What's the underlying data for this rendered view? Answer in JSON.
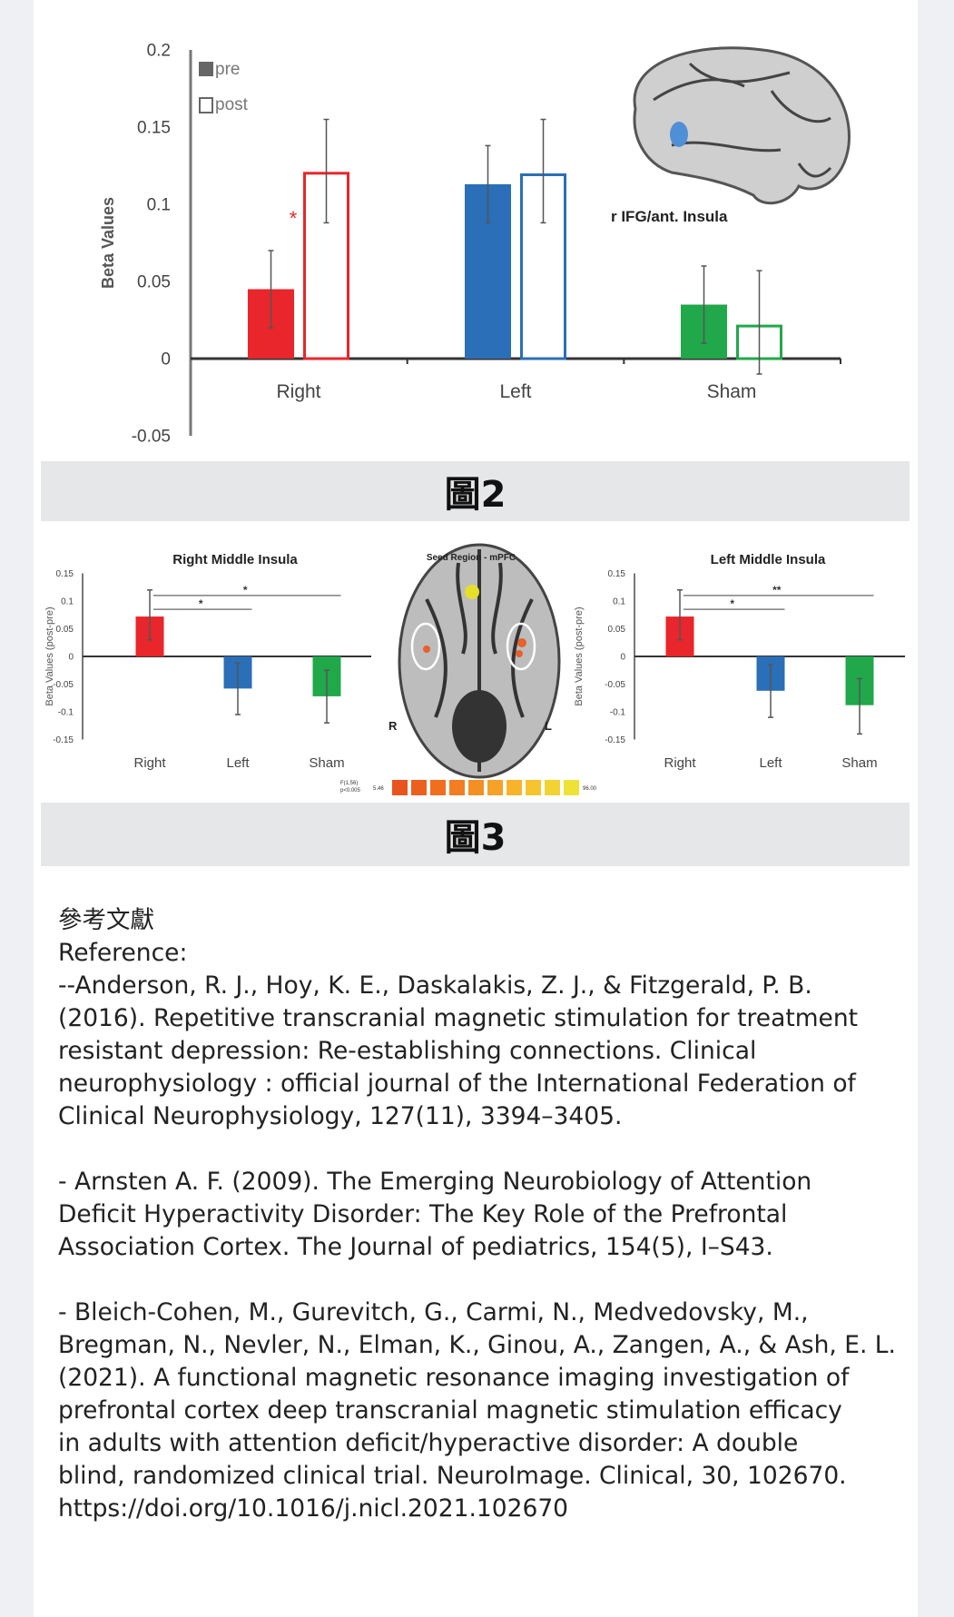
{
  "figure2": {
    "caption": "圖2",
    "brain_label": "r IFG/ant. Insula"
  },
  "figure3": {
    "caption": "圖3",
    "seed_title": "Seed Region - mPFC",
    "brain_left_marker": "R",
    "brain_right_marker": "L",
    "colorbar": {
      "stat_label": "F(1,56)",
      "p_label": "p<0.005",
      "min": "5.46",
      "max": "96.00",
      "colors": [
        "#e8541d",
        "#ec601f",
        "#ef6e20",
        "#f27d22",
        "#f48f24",
        "#f6a127",
        "#f7b42a",
        "#f5c42e",
        "#f2d332",
        "#eee236"
      ]
    }
  },
  "chart_data": [
    {
      "type": "bar",
      "title": "",
      "ylabel": "Beta Values",
      "xlabel": "",
      "ylim": [
        -0.05,
        0.2
      ],
      "yticks": [
        "0.2",
        "0.15",
        "0.1",
        "0.05",
        "0",
        "-0.05"
      ],
      "ytick_values": [
        0.2,
        0.15,
        0.1,
        0.05,
        0,
        -0.05
      ],
      "categories": [
        "Right",
        "Left",
        "Sham"
      ],
      "colors": [
        "#e8262b",
        "#2a6fb7",
        "#20a84a"
      ],
      "legend": {
        "placement": "top-left",
        "entries": [
          "pre",
          "post"
        ]
      },
      "series": [
        {
          "name": "pre",
          "style": "filled",
          "values": [
            0.045,
            0.113,
            0.035
          ],
          "err_high": [
            0.07,
            0.138,
            0.06
          ],
          "err_low": [
            0.02,
            0.088,
            0.01
          ]
        },
        {
          "name": "post",
          "style": "outline",
          "values": [
            0.121,
            0.12,
            0.022
          ],
          "err_high": [
            0.155,
            0.155,
            0.057
          ],
          "err_low": [
            0.088,
            0.088,
            -0.01
          ]
        }
      ],
      "annotations": [
        {
          "text": "*",
          "category": "Right",
          "y": 0.09,
          "color": "#e8262b"
        }
      ]
    },
    {
      "type": "bar",
      "title": "Right Middle Insula",
      "ylabel": "Beta Values (post-pre)",
      "ylim": [
        -0.15,
        0.15
      ],
      "yticks": [
        "0.15",
        "0.1",
        "0.05",
        "0",
        "-0.05",
        "-0.1",
        "-0.15"
      ],
      "ytick_values": [
        0.15,
        0.1,
        0.05,
        0,
        -0.05,
        -0.1,
        -0.15
      ],
      "categories": [
        "Right",
        "Left",
        "Sham"
      ],
      "colors": [
        "#e8262b",
        "#2a6fb7",
        "#20a84a"
      ],
      "values": [
        0.072,
        -0.058,
        -0.072
      ],
      "err_high": [
        0.12,
        -0.012,
        -0.025
      ],
      "err_low": [
        0.03,
        -0.105,
        -0.12
      ],
      "significance": [
        {
          "from": "Right",
          "to": "Left",
          "y": 0.085,
          "label": "*"
        },
        {
          "from": "Right",
          "to": "Sham",
          "y": 0.11,
          "label": "*"
        }
      ]
    },
    {
      "type": "bar",
      "title": "Left Middle Insula",
      "ylabel": "Beta Values (post-pre)",
      "ylim": [
        -0.15,
        0.15
      ],
      "yticks": [
        "0.15",
        "0.1",
        "0.05",
        "0",
        "-0.05",
        "-0.1",
        "-0.15"
      ],
      "ytick_values": [
        0.15,
        0.1,
        0.05,
        0,
        -0.05,
        -0.1,
        -0.15
      ],
      "categories": [
        "Right",
        "Left",
        "Sham"
      ],
      "colors": [
        "#e8262b",
        "#2a6fb7",
        "#20a84a"
      ],
      "values": [
        0.072,
        -0.062,
        -0.088
      ],
      "err_high": [
        0.12,
        -0.015,
        -0.04
      ],
      "err_low": [
        0.03,
        -0.11,
        -0.14
      ],
      "significance": [
        {
          "from": "Right",
          "to": "Left",
          "y": 0.085,
          "label": "*"
        },
        {
          "from": "Right",
          "to": "Sham",
          "y": 0.11,
          "label": "**"
        }
      ]
    }
  ],
  "references": {
    "heading_zh": "參考文獻",
    "heading_en": "Reference:",
    "items": [
      [
        "--Anderson, R. J., Hoy, K. E., Daskalakis, Z. J., & Fitzgerald, P. B.",
        "(2016). Repetitive transcranial magnetic stimulation for treatment",
        "resistant depression: Re-establishing connections. Clinical",
        "neurophysiology : official journal of the International Federation of",
        "Clinical Neurophysiology, 127(11), 3394–3405."
      ],
      [
        "- Arnsten A. F. (2009). The Emerging Neurobiology of Attention",
        "Deficit Hyperactivity Disorder: The Key Role of the Prefrontal",
        "Association Cortex. The Journal of pediatrics, 154(5), I–S43."
      ],
      [
        "- Bleich-Cohen, M., Gurevitch, G., Carmi, N., Medvedovsky, M.,",
        "Bregman, N., Nevler, N., Elman, K., Ginou, A., Zangen, A., & Ash, E. L.",
        "(2021). A functional magnetic resonance imaging investigation of",
        "prefrontal cortex deep transcranial magnetic stimulation efficacy",
        "in adults with attention deficit/hyperactive disorder: A double",
        "blind, randomized clinical trial. NeuroImage. Clinical, 30, 102670.",
        "https://doi.org/10.1016/j.nicl.2021.102670"
      ]
    ]
  }
}
